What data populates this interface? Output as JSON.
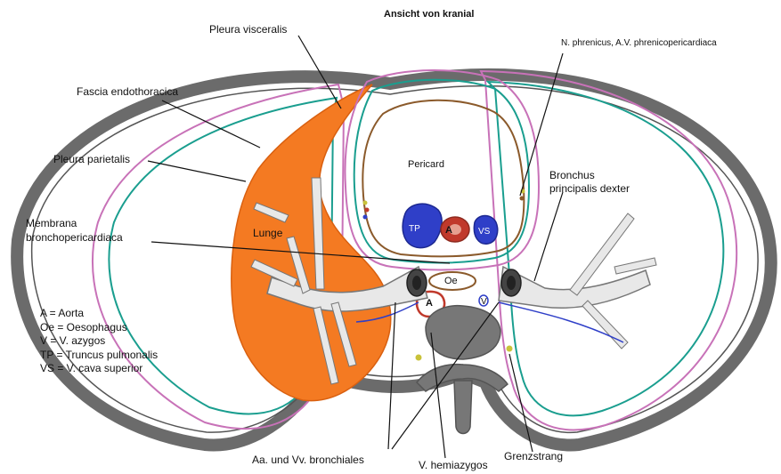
{
  "title": "Ansicht von kranial",
  "labels": {
    "pleura_visceralis": "Pleura visceralis",
    "fascia_endothoracica": "Fascia endothoracica",
    "pleura_parietalis": "Pleura parietalis",
    "membrana_line1": "Membrana",
    "membrana_line2": "bronchopericardiaca",
    "lunge": "Lunge",
    "pericard": "Pericard",
    "n_phrenicus": "N. phrenicus, A.V. phrenicopericardiaca",
    "bronchus_line1": "Bronchus",
    "bronchus_line2": "principalis dexter",
    "aa_vv_bronchiales": "Aa. und Vv. bronchiales",
    "v_hemiazygos": "V. hemiazygos",
    "grenzstrang": "Grenzstrang",
    "tp": "TP",
    "a_inner": "A",
    "vs": "VS",
    "oe": "Oe",
    "a_lower": "A",
    "v_lower": "V"
  },
  "legend": [
    "A = Aorta",
    "Oe = Oesophagus",
    "V = V. azygos",
    "TP = Truncus pulmonalis",
    "VS = V. cava superior"
  ],
  "colors": {
    "background": "#ffffff",
    "chest_wall": "#6b6b6b",
    "lung": "#f47a22",
    "pleura_teal": "#1a9e8f",
    "pleura_pink": "#c872b8",
    "pericard_brown": "#8b5a2b",
    "vessel_blue": "#2f3fc8",
    "aorta_red": "#c0392b",
    "bronchus_grey": "#aaaaaa",
    "spine_grey": "#777777",
    "nerve_yellow": "#c9c23a"
  }
}
